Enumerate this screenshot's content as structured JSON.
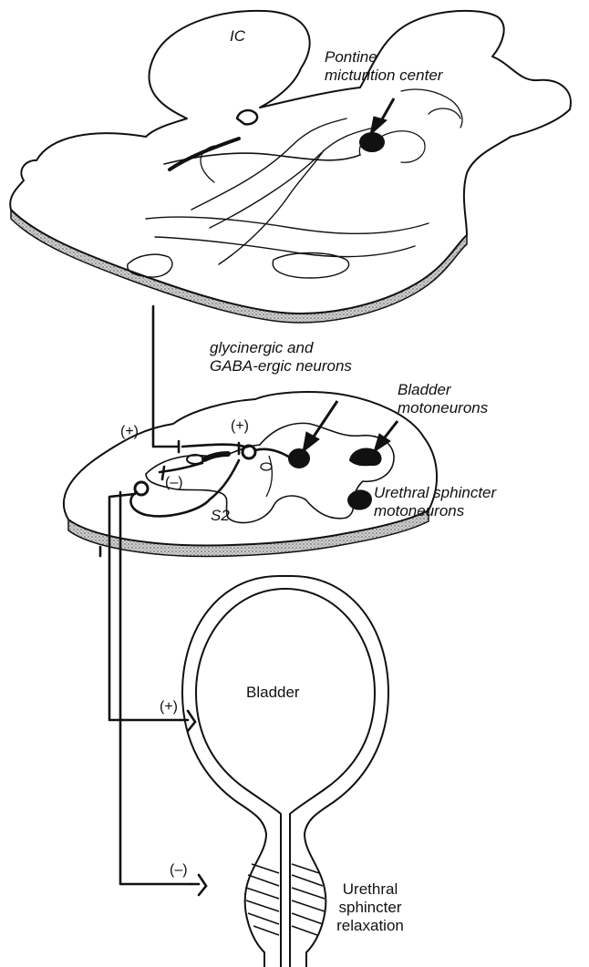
{
  "labels": {
    "ic": "IC",
    "pmc": "Pontine\nmicturition center",
    "glycinergic": "glycinergic and\nGABA-ergic neurons",
    "bladder_moto": "Bladder\nmotoneurons",
    "urethral_moto": "Urethral sphincter\nmotoneurons",
    "s2": "S2",
    "bladder": "Bladder",
    "sphincter_relax": "Urethral\nsphincter\nrelaxation",
    "plus_left": "(+)",
    "plus_right": "(+)",
    "minus_cord": "(–)",
    "plus_bladder": "(+)",
    "minus_sphincter": "(–)"
  },
  "colors": {
    "ink": "#111111",
    "stipple": "#9a9a9a"
  }
}
